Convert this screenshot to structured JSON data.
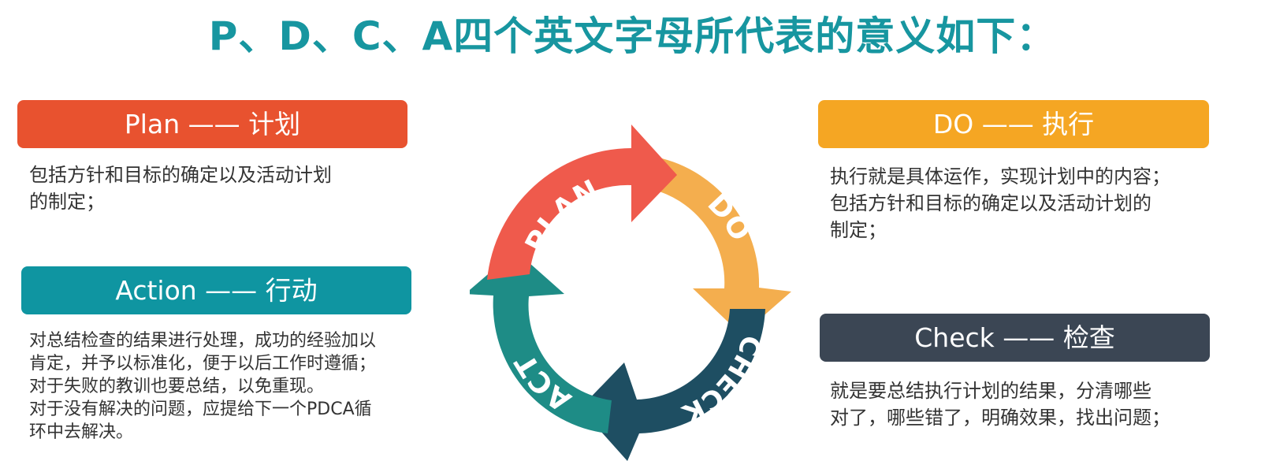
{
  "title": "P、D、C、A四个英文字母所代表的意义如下：",
  "plan": {
    "header": "Plan —— 计划",
    "lines": [
      "包括方针和目标的确定以及活动计划",
      "的制定；"
    ]
  },
  "do": {
    "header": "DO —— 执行",
    "lines": [
      "执行就是具体运作，实现计划中的内容；",
      "包括方针和目标的确定以及活动计划的",
      "制定；"
    ]
  },
  "action": {
    "header": "Action —— 行动",
    "lines": [
      "对总结检查的结果进行处理，成功的经验加以",
      "肯定，并予以标准化，便于以后工作时遵循；",
      "对于失败的教训也要总结，以免重现。",
      "对于没有解决的问题，应提给下一个PDCA循",
      "环中去解决。"
    ]
  },
  "check": {
    "header": "Check —— 检查",
    "lines": [
      "就是要总结执行计划的结果，分清哪些",
      "对了，哪些错了，明确效果，找出问题；"
    ]
  },
  "cycle": {
    "labels": {
      "plan": "PLAN",
      "do": "DO",
      "check": "CHECK",
      "act": "ACT"
    },
    "colors": {
      "plan": "#ef5a4c",
      "do": "#f4ae4e",
      "check": "#1e4e62",
      "act": "#1e8c86"
    }
  },
  "colors": {
    "title": "#1796a0",
    "plan_header": "#e8522f",
    "do_header": "#f5a623",
    "action_header": "#0f95a1",
    "check_header": "#3b4654"
  }
}
